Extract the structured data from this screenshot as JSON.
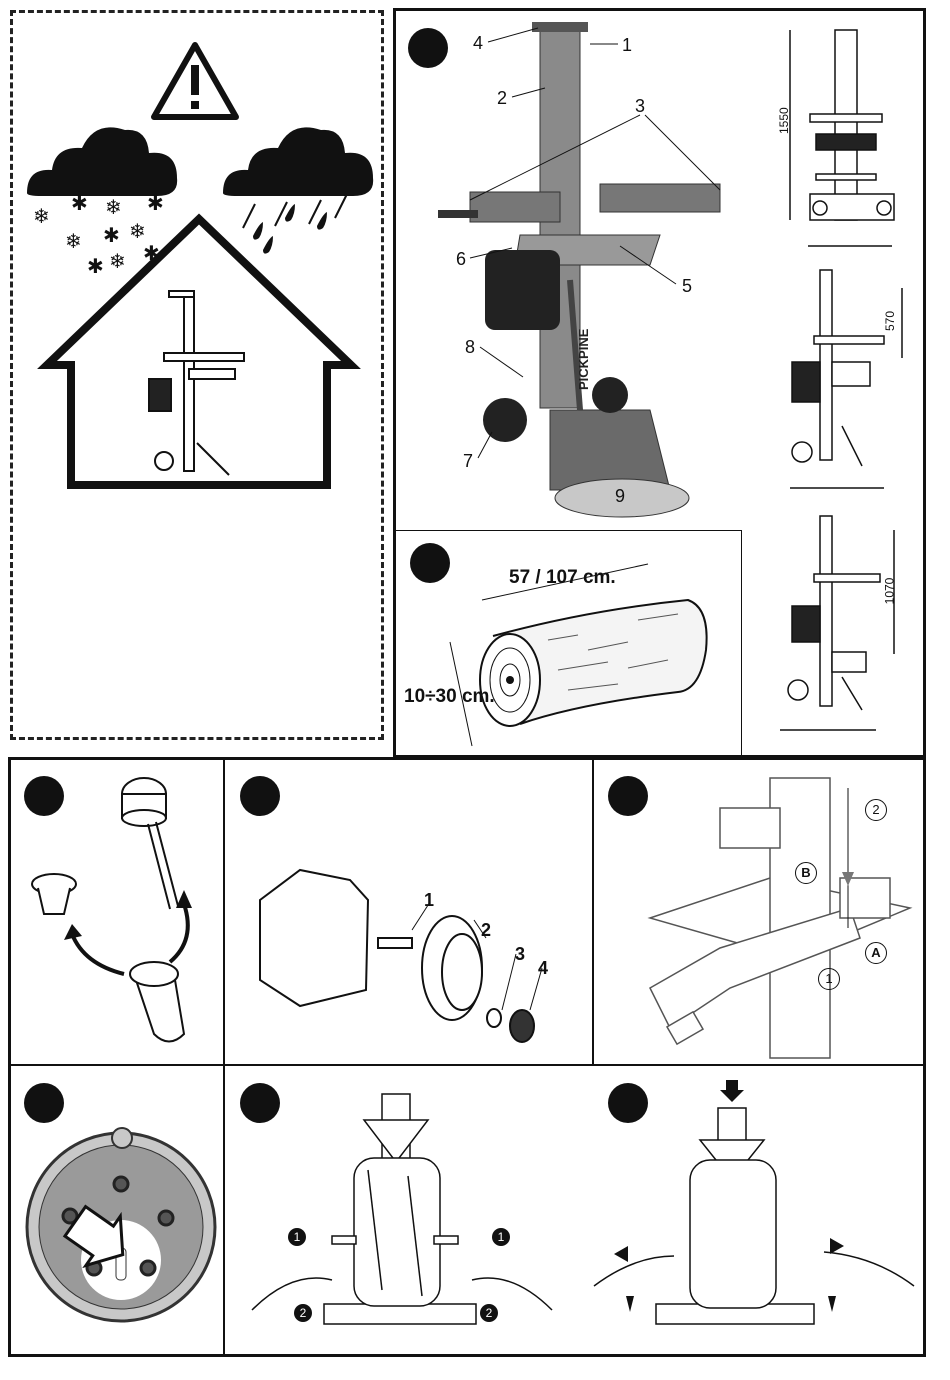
{
  "product": {
    "brand": "PICKPINE"
  },
  "fig1": {
    "callouts": {
      "n1": "1",
      "n2": "2",
      "n3": "3",
      "n4": "4",
      "n5": "5",
      "n6": "6",
      "n7": "7",
      "n8": "8",
      "n9": "9"
    }
  },
  "dimensions": {
    "height_total": "1550",
    "stroke_short": "570",
    "stroke_long": "1070"
  },
  "log": {
    "length": "57 / 107 cm.",
    "diameter": "10÷30 cm."
  },
  "wheel": {
    "n1": "1",
    "n2": "2",
    "n3": "3",
    "n4": "4"
  },
  "table_mount": {
    "n1": "1",
    "n2": "2",
    "a": "A",
    "b": "B"
  },
  "split": {
    "step1": "1",
    "step2": "2"
  },
  "icons": {
    "warning": "warning-triangle-icon",
    "snow": "snow-cloud-icon",
    "rain": "rain-cloud-icon",
    "house": "house-icon"
  }
}
